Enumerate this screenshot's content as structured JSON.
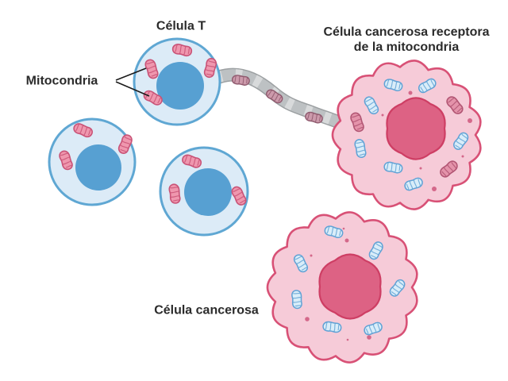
{
  "labels": {
    "t_cell": "Célula T",
    "mitochondria": "Mitocondria",
    "receptor_cell_line1": "Célula cancerosa receptora",
    "receptor_cell_line2": "de la mitocondria",
    "cancer_cell": "Célula cancerosa"
  },
  "entities": {
    "t_cells": {
      "count": 3,
      "pink_mitochondria_counts": [
        4,
        3,
        3
      ]
    },
    "nanotube": {
      "mitochondria_in_transit": 3
    },
    "receptor_cancer_cell": {
      "blue_mitochondria": 7,
      "received_pink_mitochondria": 3
    },
    "cancer_cell": {
      "blue_mitochondria": 7,
      "received_pink_mitochondria": 0
    }
  },
  "colors": {
    "bg": "#ffffff",
    "text": "#2b2b2b",
    "tcell-fill": "#dcebf7",
    "tcell-border": "#5fa7d3",
    "tcell-nucleus": "#57a0d2",
    "cancer-fill": "#f6cbd8",
    "cancer-border": "#d85176",
    "cancer-nucleus-fill": "#dd6284",
    "cancer-nucleus-border": "#ce3e64",
    "mito-pink-fill": "#ef97ae",
    "mito-pink-stroke": "#c95377",
    "mito-blue-fill": "#d9edf9",
    "mito-blue-stroke": "#61a2d5",
    "mito-mauve-fill": "#e493aa",
    "mito-mauve-stroke": "#b25674",
    "mito-tube-fill": "#cc9aab",
    "mito-tube-stroke": "#8f5a6e",
    "tube-outline": "#9ca0a2",
    "tube-body": "#bdc1c3",
    "tube-stripe": "#d8dadb",
    "dot": "#d4688a",
    "pointer": "#1a1a1a"
  }
}
